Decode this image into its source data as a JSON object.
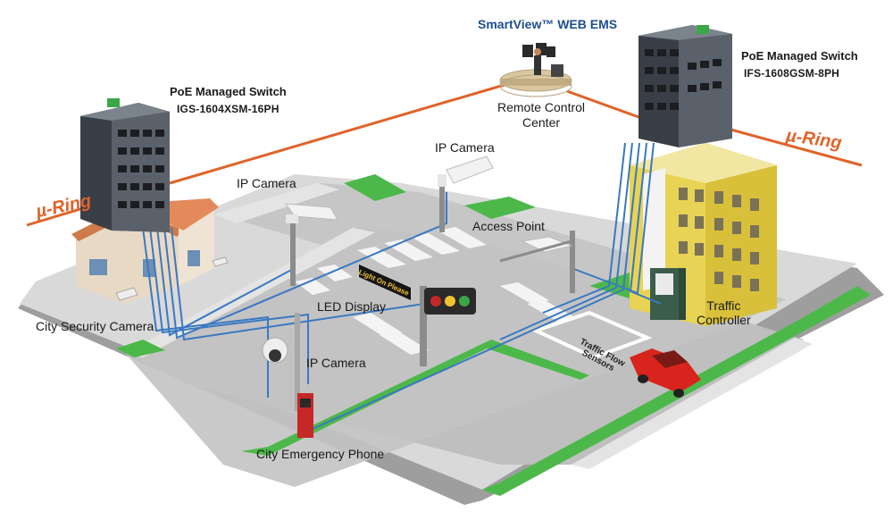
{
  "diagram": {
    "ems_label": "SmartView™ WEB EMS",
    "remote_center": "Remote Control\nCenter",
    "switch_left": {
      "title": "PoE Managed Switch",
      "model": "IGS-1604XSM-16PH"
    },
    "switch_right": {
      "title": "PoE Managed Switch",
      "model": "IFS-1608GSM-8PH"
    },
    "ring_left": "µ-Ring",
    "ring_right": "µ-Ring",
    "ip_camera_top": "IP Camera",
    "ip_camera_left": "IP Camera",
    "ip_camera_bottom": "IP Camera",
    "access_point": "Access Point",
    "led_display": "LED Display",
    "led_sign_text": "Light On Please",
    "city_security_camera": "City Security Camera",
    "traffic_controller": "Traffic\nController",
    "traffic_flow_sensors": "Traffic Flow\nSensors",
    "city_emergency_phone": "City Emergency Phone"
  },
  "colors": {
    "ring_orange": "#e0632a",
    "cable_blue": "#3a78c2",
    "grass_green": "#4cb84a",
    "road_gray": "#bdbdbd",
    "sidewalk_gray": "#d6d6d6",
    "ems_blue": "#1d4e8f",
    "building_yellow": "#e8d354",
    "car_red": "#d8241c"
  }
}
